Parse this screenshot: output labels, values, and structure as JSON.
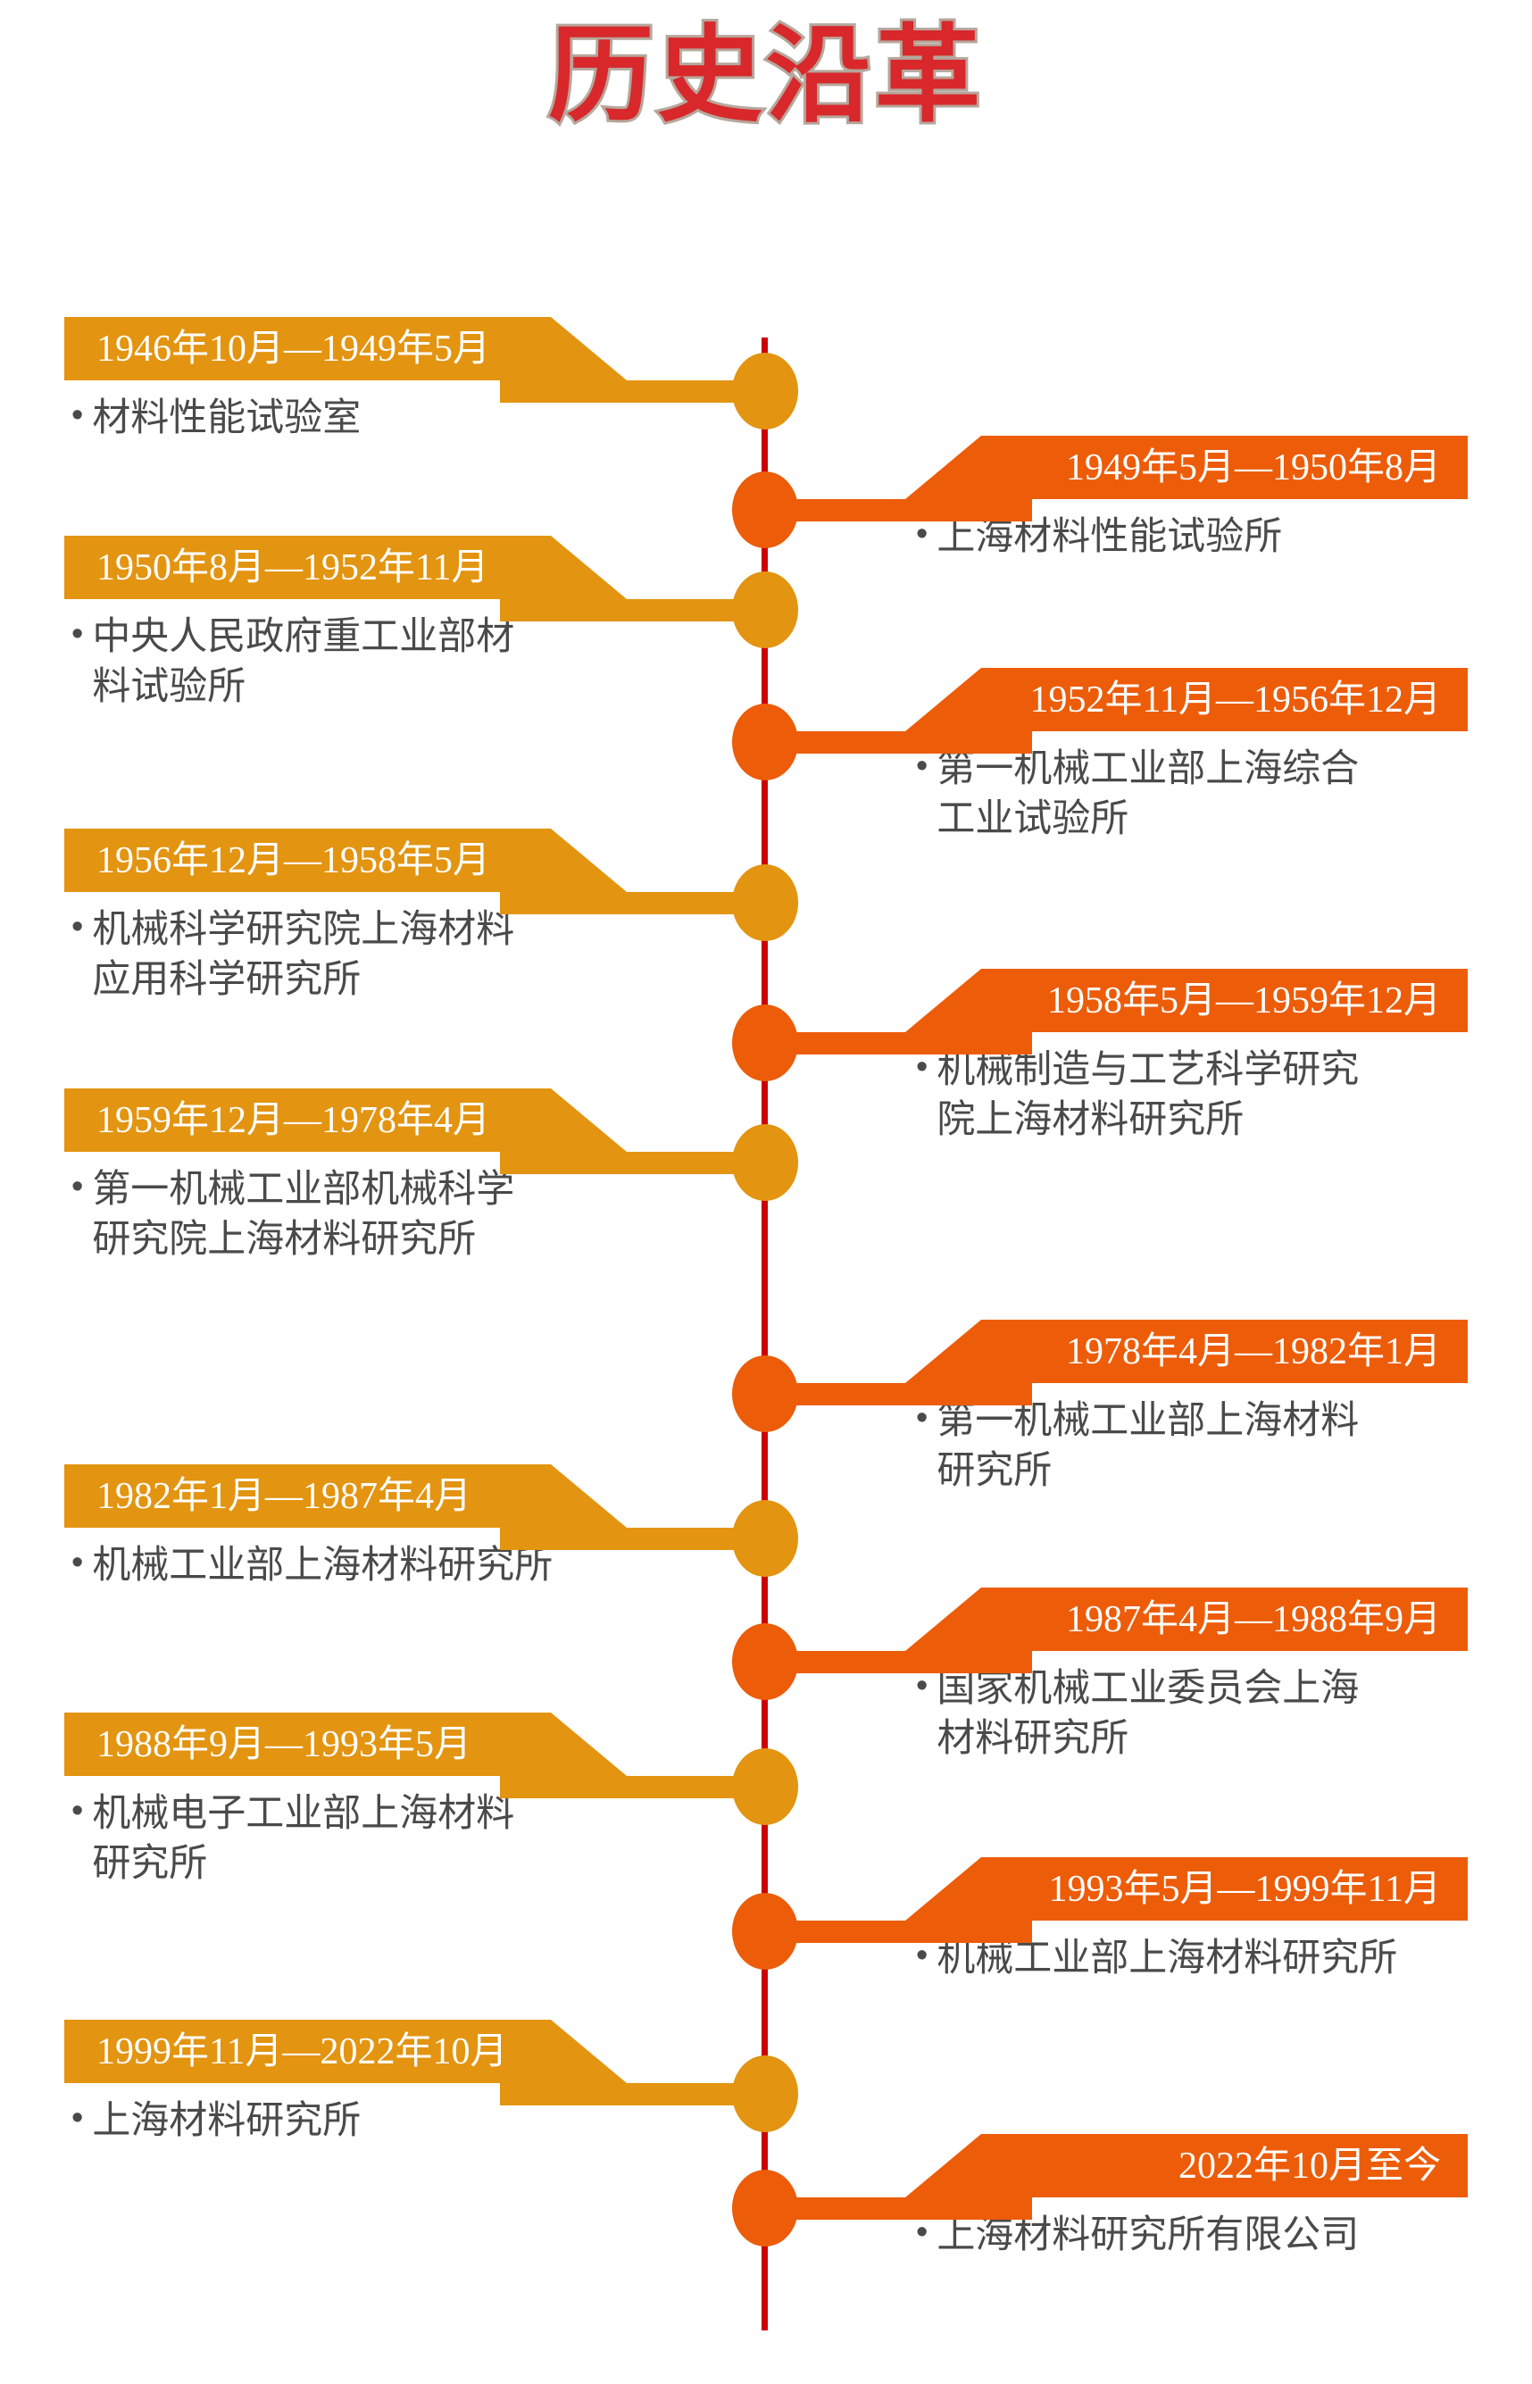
{
  "title": "历史沿革",
  "colors": {
    "title_fill": "#d8282b",
    "title_outline": "#b6a79c",
    "spine": "#cc0000",
    "left_accent": "#e39410",
    "right_accent": "#ed5c09",
    "body_text": "#4a4a4a",
    "background": "#ffffff"
  },
  "bullet_glyph": "•",
  "timeline": [
    {
      "side": "left",
      "period": "1946年10月—1949年5月",
      "name": "材料性能试验室"
    },
    {
      "side": "right",
      "period": "1949年5月—1950年8月",
      "name": "上海材料性能试验所"
    },
    {
      "side": "left",
      "period": "1950年8月—1952年11月",
      "name": "中央人民政府重工业部材\n料试验所"
    },
    {
      "side": "right",
      "period": "1952年11月—1956年12月",
      "name": "第一机械工业部上海综合\n工业试验所"
    },
    {
      "side": "left",
      "period": "1956年12月—1958年5月",
      "name": "机械科学研究院上海材料\n应用科学研究所"
    },
    {
      "side": "right",
      "period": "1958年5月—1959年12月",
      "name": "机械制造与工艺科学研究\n院上海材料研究所"
    },
    {
      "side": "left",
      "period": "1959年12月—1978年4月",
      "name": "第一机械工业部机械科学\n研究院上海材料研究所"
    },
    {
      "side": "right",
      "period": "1978年4月—1982年1月",
      "name": "第一机械工业部上海材料\n研究所"
    },
    {
      "side": "left",
      "period": "1982年1月—1987年4月",
      "name": "机械工业部上海材料研究所"
    },
    {
      "side": "right",
      "period": "1987年4月—1988年9月",
      "name": "国家机械工业委员会上海\n材料研究所"
    },
    {
      "side": "left",
      "period": "1988年9月—1993年5月",
      "name": "机械电子工业部上海材料\n研究所"
    },
    {
      "side": "right",
      "period": "1993年5月—1999年11月",
      "name": "机械工业部上海材料研究所"
    },
    {
      "side": "left",
      "period": "1999年11月—2022年10月",
      "name": "上海材料研究所"
    },
    {
      "side": "right",
      "period": "2022年10月至今",
      "name": "上海材料研究所有限公司"
    }
  ],
  "layout": {
    "node_tops": [
      395,
      528,
      640,
      788,
      968,
      1125,
      1259,
      1518,
      1680,
      1818,
      1958,
      2120,
      2302,
      2430
    ]
  }
}
